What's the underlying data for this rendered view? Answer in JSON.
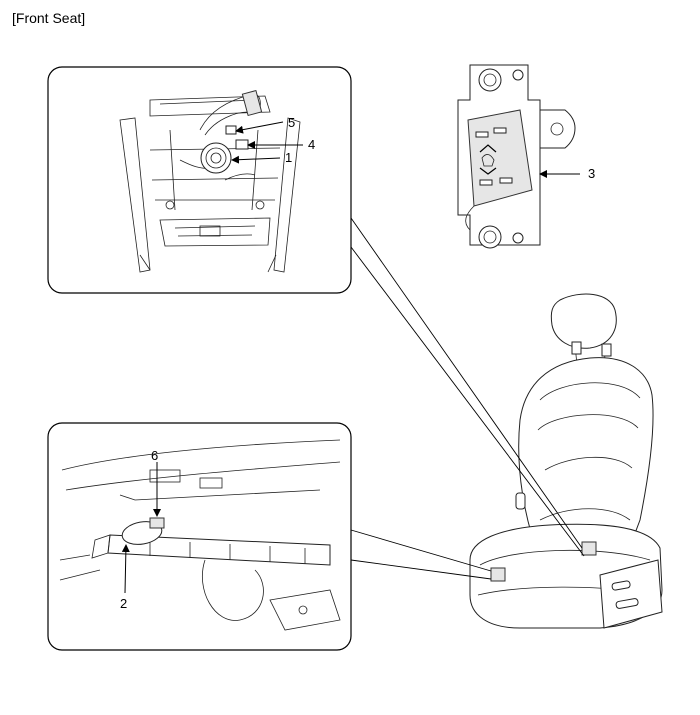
{
  "heading": "[Front Seat]",
  "callouts": {
    "c1": "1",
    "c2": "2",
    "c3": "3",
    "c4": "4",
    "c5": "5",
    "c6": "6"
  }
}
